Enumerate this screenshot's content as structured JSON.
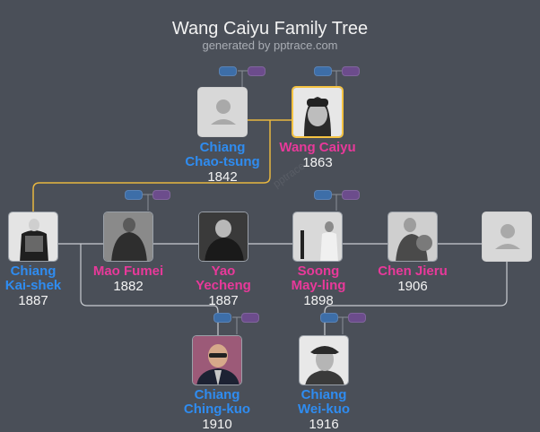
{
  "header": {
    "title": "Wang Caiyu Family Tree",
    "subtitle": "generated by pptrace.com"
  },
  "watermark": "pptrace",
  "colors": {
    "background": "#4a4f58",
    "male_name": "#2f8cf0",
    "female_name": "#e8399a",
    "focus_border": "#f5c342",
    "line": "#c9ccd1",
    "father_pill": "#3d6ea8",
    "mother_pill": "#6c4c8c"
  },
  "people": {
    "chiang_chao_tsung": {
      "name_line1": "Chiang",
      "name_line2": "Chao-tsung",
      "year": "1842",
      "gender": "male",
      "photo": "placeholder"
    },
    "wang_caiyu": {
      "name_line1": "Wang Caiyu",
      "year": "1863",
      "gender": "female",
      "photo": "portrait",
      "focus": true
    },
    "chiang_kai_shek": {
      "name_line1": "Chiang",
      "name_line2": "Kai-shek",
      "year": "1887",
      "gender": "male",
      "photo": "portrait"
    },
    "mao_fumei": {
      "name_line1": "Mao Fumei",
      "year": "1882",
      "gender": "female",
      "photo": "portrait"
    },
    "yao_yecheng": {
      "name_line1": "Yao",
      "name_line2": "Yecheng",
      "year": "1887",
      "gender": "female",
      "photo": "portrait"
    },
    "soong_may_ling": {
      "name_line1": "Soong",
      "name_line2": "May-ling",
      "year": "1898",
      "gender": "female",
      "photo": "portrait"
    },
    "chen_jieru": {
      "name_line1": "Chen Jieru",
      "year": "1906",
      "gender": "female",
      "photo": "portrait"
    },
    "unknown_spouse": {
      "gender": "female",
      "photo": "placeholder"
    },
    "chiang_ching_kuo": {
      "name_line1": "Chiang",
      "name_line2": "Ching-kuo",
      "year": "1910",
      "gender": "male",
      "photo": "portrait"
    },
    "chiang_wei_kuo": {
      "name_line1": "Chiang",
      "name_line2": "Wei-kuo",
      "year": "1916",
      "gender": "male",
      "photo": "portrait"
    }
  }
}
